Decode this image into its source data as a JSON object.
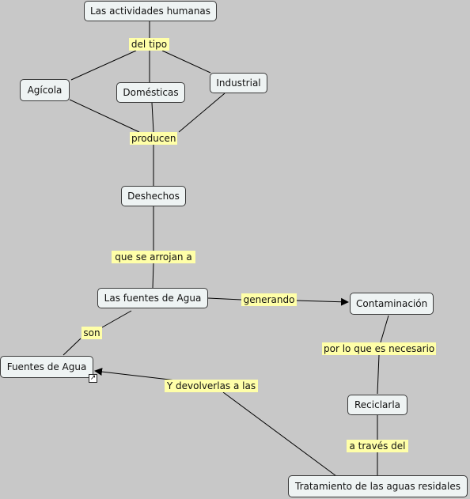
{
  "concepts": {
    "actividades": "Las actividades humanas",
    "agricola": "Agícola",
    "domesticas": "Domésticas",
    "industrial": "Industrial",
    "deshechos": "Deshechos",
    "fuentes_agua_main": "Las fuentes de Agua",
    "contaminacion": "Contaminación",
    "fuentes_agua": "Fuentes de Agua",
    "reciclarla": "Reciclarla",
    "tratamiento": "Tratamiento de las aguas residales"
  },
  "linking_phrases": {
    "del_tipo": "del tipo",
    "producen": "producen",
    "que_se_arrojan": "que se arrojan a",
    "generando": "generando",
    "son": "son",
    "por_lo_que": "por lo que es necesario",
    "devolverlas": "Y devolverlas a las",
    "a_traves": "a través del"
  },
  "icons": {
    "shortcut": "external-link-icon"
  },
  "colors": {
    "background": "#c8c8c8",
    "concept_fill": "#eef3f3",
    "concept_border": "#3a3a3a",
    "linking_phrase_fill": "#ffffa8",
    "connector": "#000000"
  }
}
